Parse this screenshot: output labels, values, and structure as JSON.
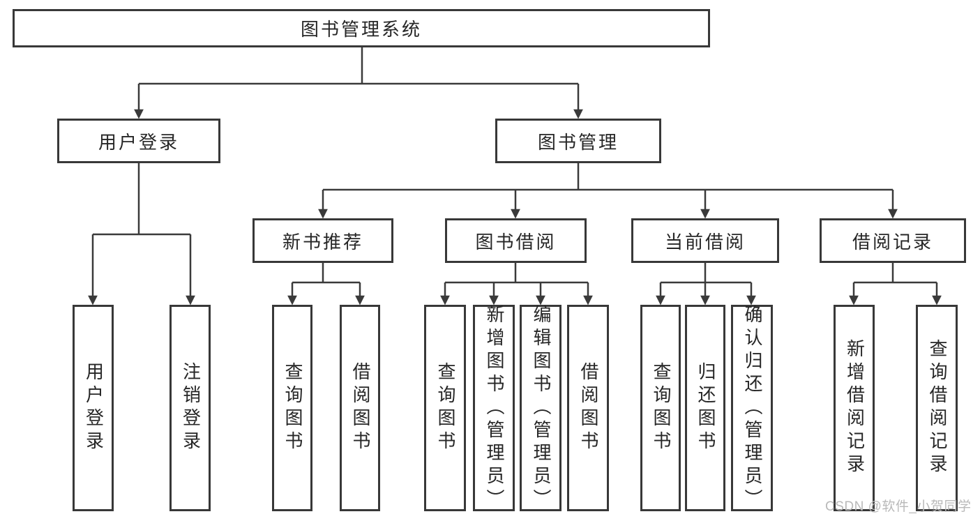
{
  "nodes": {
    "root": "图书管理系统",
    "user_login": "用户登录",
    "book_mgmt": "图书管理",
    "new_book_rec": "新书推荐",
    "book_borrow": "图书借阅",
    "current_borrow": "当前借阅",
    "borrow_record": "借阅记录",
    "leaf_user_login": "用户登录",
    "leaf_logout": "注销登录",
    "nbr_query_book": "查询图书",
    "nbr_borrow_book": "借阅图书",
    "bb_query_book": "查询图书",
    "bb_add_book": "新增图书（管理员）",
    "bb_edit_book": "编辑图书（管理员）",
    "bb_borrow_book": "借阅图书",
    "cb_query_book": "查询图书",
    "cb_return_book": "归还图书",
    "cb_confirm_return": "确认归还（管理员）",
    "br_add_record": "新增借阅记录",
    "br_query_record": "查询借阅记录"
  },
  "watermark": "CSDN @软件_小贺同学",
  "colors": {
    "line": "#3a3a3a",
    "watermark": "#b9b9b9"
  }
}
